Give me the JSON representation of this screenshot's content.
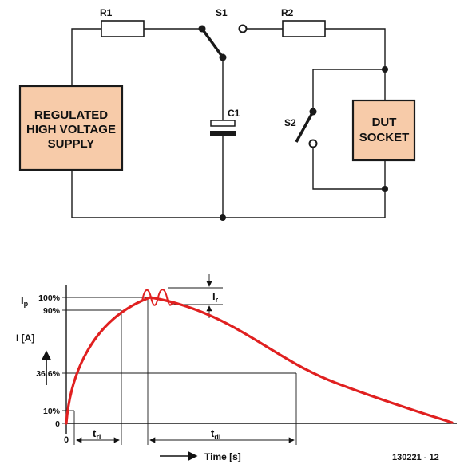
{
  "circuit": {
    "r1_label": "R1",
    "r2_label": "R2",
    "s1_label": "S1",
    "s2_label": "S2",
    "c1_label": "C1",
    "supply_lines": [
      "REGULATED",
      "HIGH VOLTAGE",
      "SUPPLY"
    ],
    "dut_lines": [
      "DUT",
      "SOCKET"
    ],
    "box_fill": "#f7cba9"
  },
  "chart_data": {
    "type": "line",
    "curve_color": "#e02020",
    "ylabel": "I [A]",
    "xlabel": "Time [s]",
    "origin_label": "0",
    "ip_label_main": "I",
    "ip_label_sub": "p",
    "ir_label_main": "I",
    "ir_label_sub": "r",
    "tri_label_main": "t",
    "tri_label_sub": "ri",
    "tdi_label_main": "t",
    "tdi_label_sub": "di",
    "y_ticks": [
      "100%",
      "90%",
      "36.6%",
      "10%",
      "0"
    ],
    "y_tick_values": [
      100,
      90,
      36.6,
      10,
      0
    ]
  },
  "footer": {
    "figure_id": "130221 - 12"
  }
}
